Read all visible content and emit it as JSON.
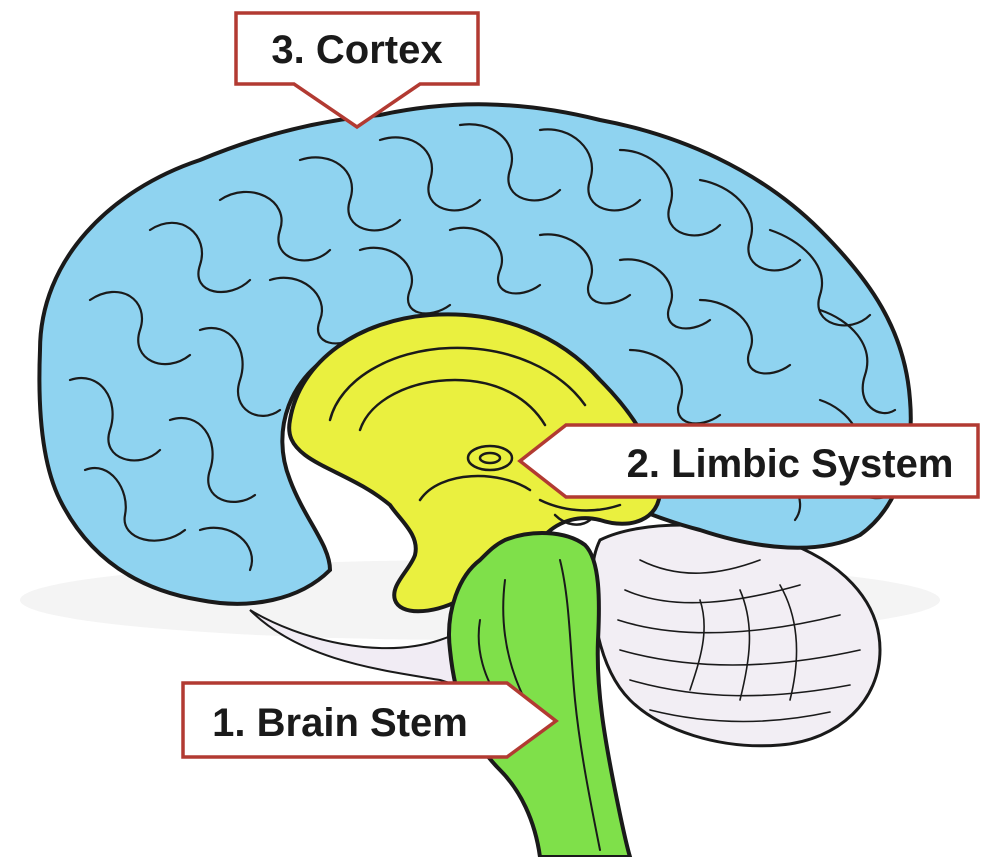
{
  "diagram": {
    "labels": {
      "cortex": "3. Cortex",
      "limbic": "2. Limbic System",
      "brainstem": "1. Brain Stem"
    },
    "colors": {
      "cortex": "#8fd3f0",
      "limbic": "#eaf03f",
      "brainstem": "#7fe04a",
      "cerebellum": "#f2eef4",
      "outline": "#1a1a1a",
      "callout_border": "#b23a32"
    }
  }
}
